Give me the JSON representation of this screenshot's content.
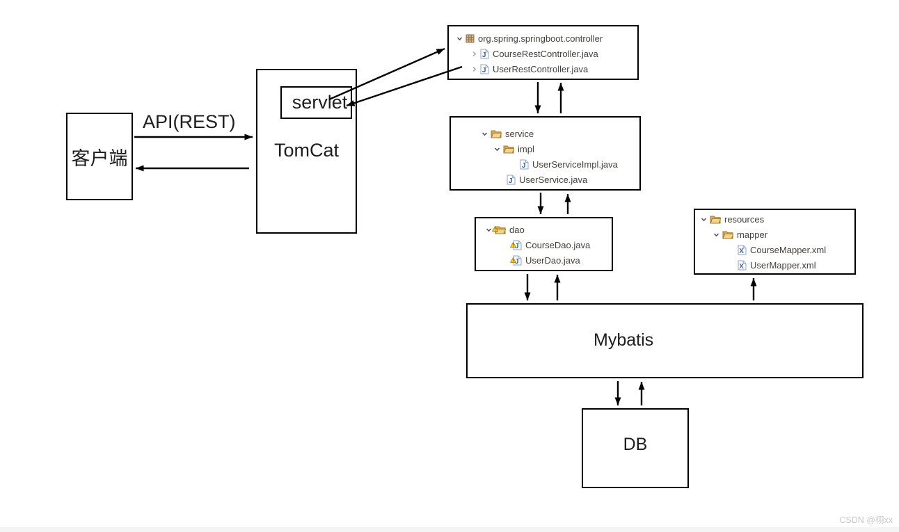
{
  "diagram": {
    "client_label": "客户端",
    "api_label": "API(REST)",
    "tomcat_label": "TomCat",
    "servlet_label": "servlet",
    "mybatis_label": "Mybatis",
    "db_label": "DB"
  },
  "trees": {
    "controller": {
      "package": "org.spring.springboot.controller",
      "files": [
        "CourseRestController.java",
        "UserRestController.java"
      ]
    },
    "service": {
      "folder": "service",
      "subfolder": "impl",
      "impl_file": "UserServiceImpl.java",
      "interface_file": "UserService.java"
    },
    "dao": {
      "folder": "dao",
      "files": [
        "CourseDao.java",
        "UserDao.java"
      ]
    },
    "resources": {
      "folder": "resources",
      "subfolder": "mapper",
      "files": [
        "CourseMapper.xml",
        "UserMapper.xml"
      ]
    }
  },
  "icons": {
    "java_letter": "J",
    "xml_letter": "X"
  },
  "colors": {
    "line": "#000000",
    "tree_text": "#45403a",
    "folder_fill": "#e9bc66",
    "java_blue": "#2d5aa8",
    "xml_blue": "#3b63b8",
    "warning_yellow": "#ffd21c",
    "watermark_gray": "#c8c8cc"
  },
  "watermark": "CSDN @栩xx"
}
